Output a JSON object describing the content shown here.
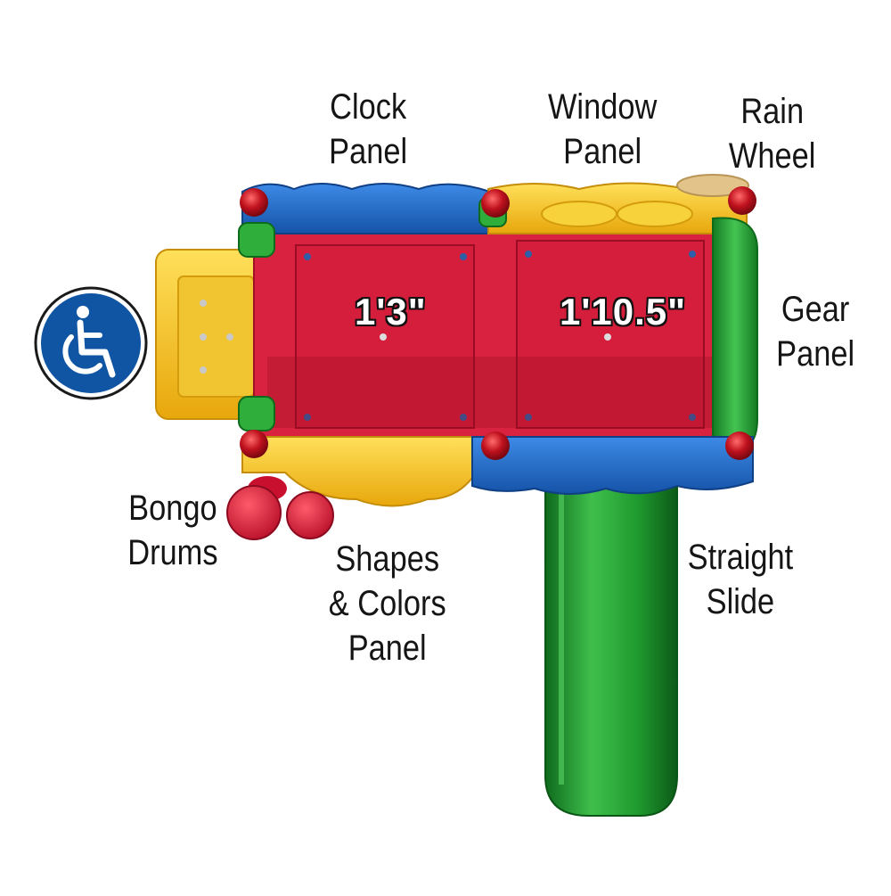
{
  "labels": {
    "clock_panel": [
      "Clock",
      "Panel"
    ],
    "window_panel": [
      "Window",
      "Panel"
    ],
    "rain_wheel": [
      "Rain",
      "Wheel"
    ],
    "gear_panel": [
      "Gear",
      "Panel"
    ],
    "bongo_drums": [
      "Bongo",
      "Drums"
    ],
    "shapes_colors_panel": [
      "Shapes",
      "& Colors",
      "Panel"
    ],
    "straight_slide": [
      "Straight",
      "Slide"
    ]
  },
  "dimensions": {
    "left_deck": "1'3\"",
    "right_deck": "1'10.5\""
  },
  "icons": {
    "accessibility": "wheelchair-icon"
  },
  "colors": {
    "deck_red": "#d8223f",
    "panel_blue": "#1e6fd0",
    "panel_yellow": "#f5c518",
    "slide_green": "#1f9a2e",
    "post_cap_red": "#b0101e",
    "accessibility_blue": "#1055a4"
  }
}
